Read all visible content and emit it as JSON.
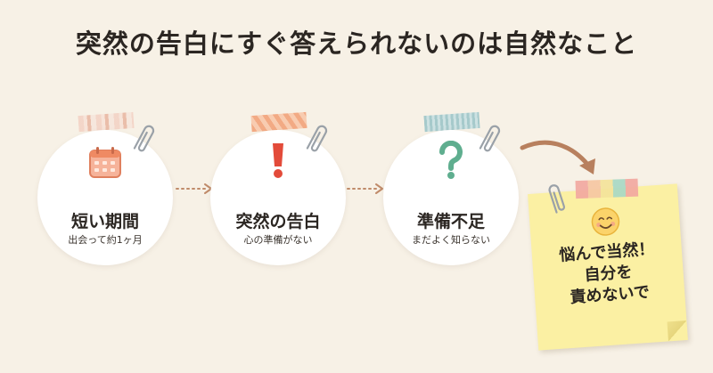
{
  "title": "突然の告白にすぐ答えられないのは自然なこと",
  "steps": [
    {
      "title": "短い期間",
      "subtitle": "出会って約1ヶ月",
      "icon": "calendar-icon"
    },
    {
      "title": "突然の告白",
      "subtitle": "心の準備がない",
      "icon": "exclamation-icon"
    },
    {
      "title": "準備不足",
      "subtitle": "まだよく知らない",
      "icon": "question-icon"
    }
  ],
  "note": {
    "line1": "悩んで当然！",
    "line2": "自分を",
    "line3": "責めないで",
    "icon": "smiley-icon"
  },
  "colors": {
    "background": "#f7f1e6",
    "accent_orange": "#ef8a63",
    "accent_red": "#e34b3a",
    "accent_green": "#5fae8f",
    "arrow_brown": "#c08b6a",
    "note_yellow": "#fbf0a3"
  }
}
